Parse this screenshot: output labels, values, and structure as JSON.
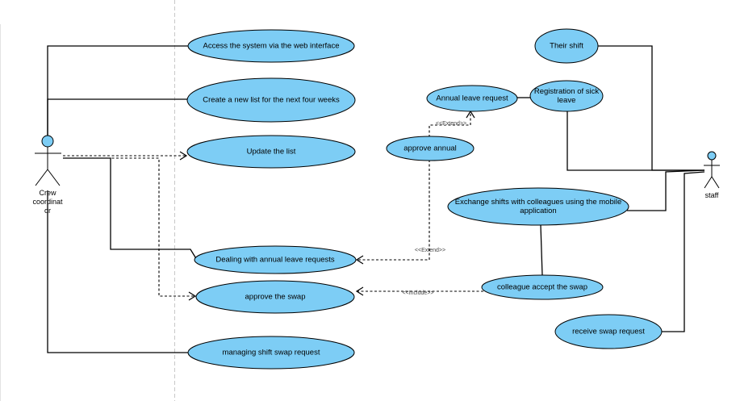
{
  "actors": {
    "coordinator": {
      "label_lines": [
        "Crew",
        "coordinat",
        "or"
      ]
    },
    "staff": {
      "label_lines": [
        "staff"
      ]
    }
  },
  "use_cases": {
    "access_web": {
      "lines": [
        "Access the system via the web interface"
      ]
    },
    "create_list": {
      "lines": [
        "Create a new list for the next four weeks"
      ]
    },
    "update_list": {
      "lines": [
        "Update the list"
      ]
    },
    "dealing_leave": {
      "lines": [
        "Dealing with annual leave requests"
      ]
    },
    "approve_swap": {
      "lines": [
        "approve the swap"
      ]
    },
    "managing_swap": {
      "lines": [
        "managing shift swap request"
      ]
    },
    "annual_leave_request": {
      "lines": [
        "Annual leave request"
      ]
    },
    "approve_annual": {
      "lines": [
        "approve annual"
      ]
    },
    "their_shift": {
      "lines": [
        "Their shift"
      ]
    },
    "sick_leave": {
      "lines": [
        "Registration of sick",
        "leave"
      ]
    },
    "exchange_shifts": {
      "lines": [
        "Exchange shifts with colleagues using the mobile",
        "application"
      ]
    },
    "colleague_accept": {
      "lines": [
        "colleague accept the swap"
      ]
    },
    "receive_swap": {
      "lines": [
        "receive swap request"
      ]
    }
  },
  "stereotypes": {
    "extend_top": "<<Extend>>",
    "extend_bottom": "<<Extend>>",
    "include": "<<Include>>"
  },
  "colors": {
    "usecase_fill": "#7dcdf5",
    "stroke": "#000000"
  }
}
